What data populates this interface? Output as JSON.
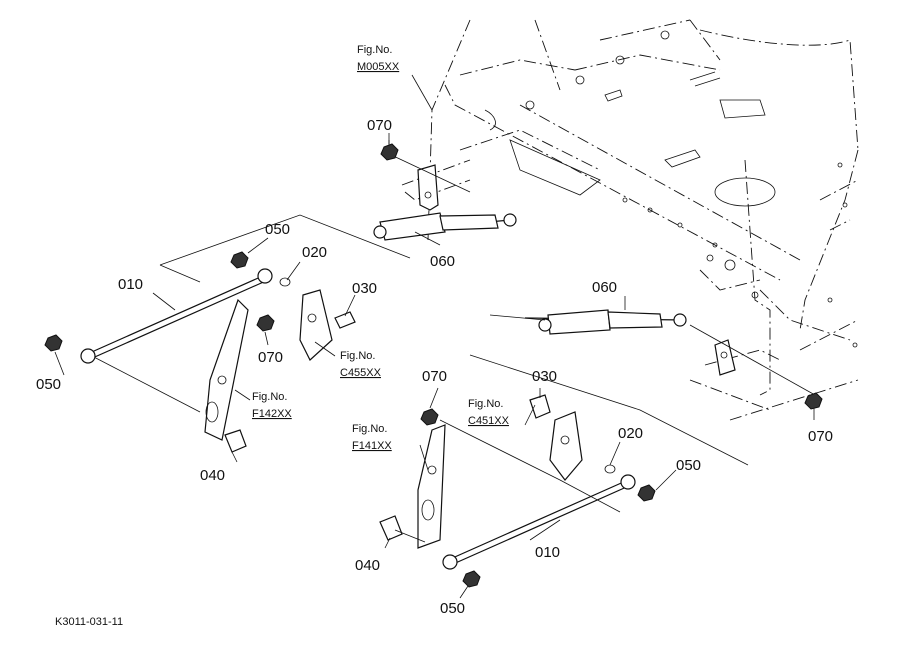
{
  "diagram_code": "K3011-031-11",
  "figure_refs": [
    {
      "prefix": "Fig.No.",
      "code": "M005XX"
    },
    {
      "prefix": "Fig.No.",
      "code": "C455XX"
    },
    {
      "prefix": "Fig.No.",
      "code": "F142XX"
    },
    {
      "prefix": "Fig.No.",
      "code": "F141XX"
    },
    {
      "prefix": "Fig.No.",
      "code": "C451XX"
    }
  ],
  "labels": [
    "070",
    "060",
    "050",
    "020",
    "010",
    "030",
    "070",
    "050",
    "040",
    "060",
    "070",
    "030",
    "020",
    "050",
    "070",
    "010",
    "040",
    "050"
  ]
}
